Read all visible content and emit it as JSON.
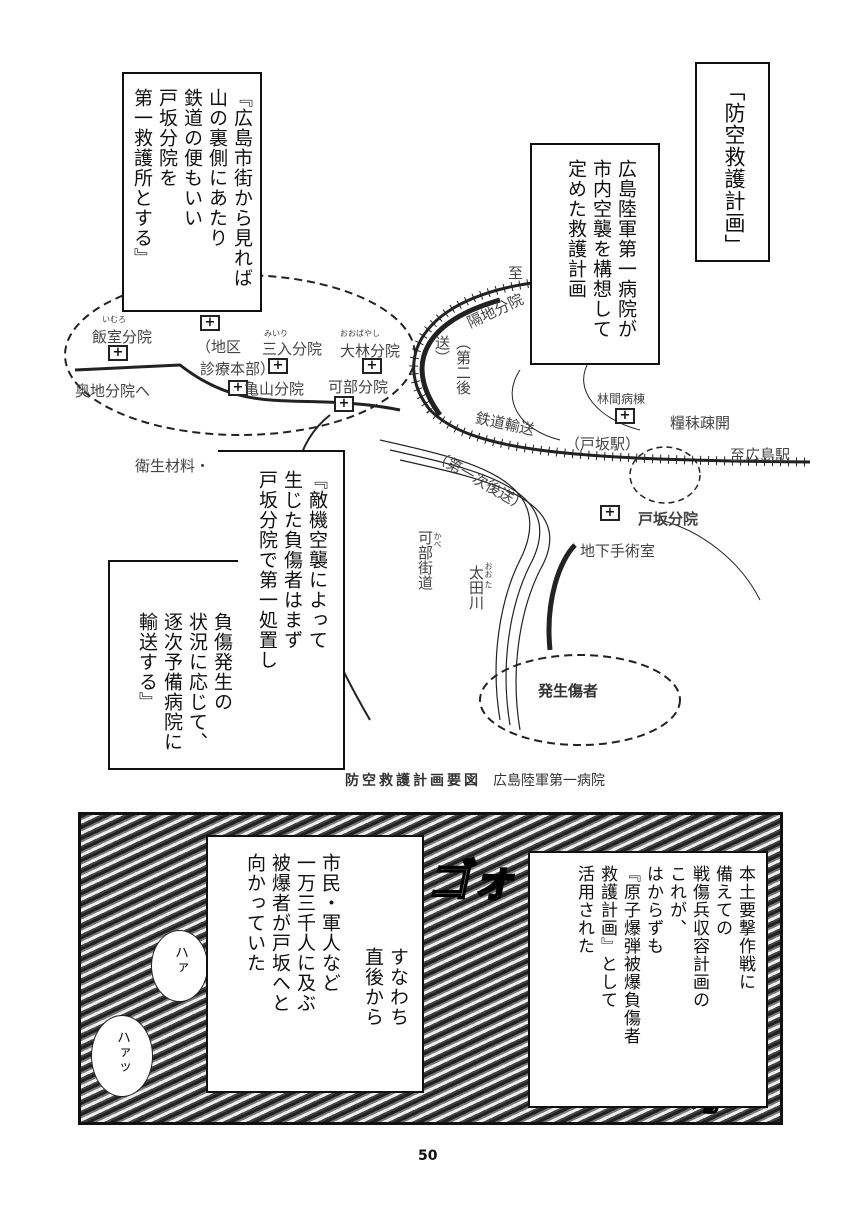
{
  "map": {
    "title_box": "「防空救護計画」",
    "intro_box": [
      "広島陸軍第一病院が",
      "市内空襲を構想して",
      "定めた救護計画"
    ],
    "quote_box_1": [
      "『広島市街から見れば",
      "山の裏側にあたり",
      "鉄道の便もいい",
      "戸坂分院を",
      "第一救護所とする』"
    ],
    "quote_box_2": [
      "『敵機空襲によって",
      "生じた負傷者はまず",
      "戸坂分院で第一処置し",
      "負傷発生の",
      "状況に応じて、",
      "逐次予備病院に",
      "輸送する』"
    ],
    "labels": {
      "imuro": "飯室分院",
      "imuro_ruby": "いむろ",
      "okuchi": "奥地分院へ",
      "chiku": "（地区",
      "shinryo": "診療本部）",
      "kameyama": "亀山分院",
      "miiri": "三入分院",
      "miiri_ruby": "みいり",
      "obayashi": "大林分院",
      "obayashi_ruby": "おおばやし",
      "kabe": "可部分院",
      "eisei": "衛生材料・",
      "kakuchi": "隔地分院",
      "itaru_top": "至",
      "dai2": "（第二後送）",
      "tetsudo": "鉄道輸送",
      "rinkan": "林間病棟",
      "ryomatsu": "糧秣疎開",
      "hesaka_eki": "（戸坂駅）",
      "to_hiroshima": "至広島駅",
      "dai1": "（第一次後送）",
      "hesaka_bunin": "戸坂分院",
      "chika": "地下手術室",
      "kabe_kaido": "可部街道",
      "kabe_ruby": "かべ",
      "ota": "太田川",
      "ota_ruby": "おお た",
      "hassei": "発生傷者"
    },
    "caption": "防空救護計画要図",
    "caption_source": "広島陸軍第一病院"
  },
  "panel2": {
    "right_box": [
      "本土要撃作戦に",
      "備えての",
      "戦傷兵収容計画の",
      "これが、",
      "はからずも",
      "『原子爆弾被爆負傷者",
      "救護計画』として",
      "活用された"
    ],
    "middle_box_a": [
      "市民・軍人など",
      "一万三千人に及ぶ",
      "被爆者が戸坂へと",
      "向かっていた"
    ],
    "middle_box_b": [
      "すなわち",
      "直後から"
    ],
    "sfx_1": "ゴォ",
    "sfx_2": "オ",
    "breath_1": "ハァ",
    "breath_2": "ハァッ"
  },
  "page_number": "50"
}
